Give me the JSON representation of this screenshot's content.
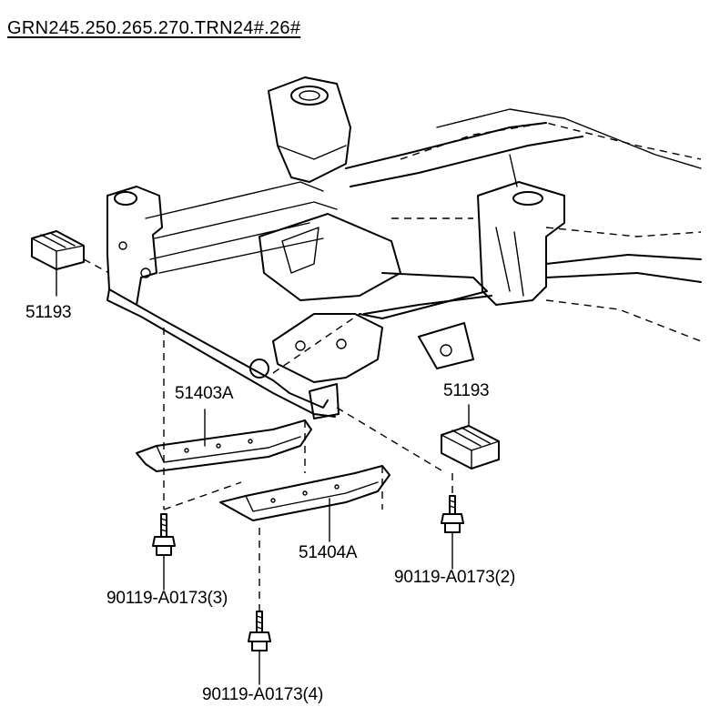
{
  "header": {
    "title": "GRN245.250.265.270.TRN24#.26#"
  },
  "parts": {
    "cushion_left": "51193",
    "cushion_right": "51193",
    "brace_front": "51403A",
    "brace_rear": "51404A",
    "bolt_left": "90119-A0173(3)",
    "bolt_right": "90119-A0173(2)",
    "bolt_bottom": "90119-A0173(4)"
  }
}
